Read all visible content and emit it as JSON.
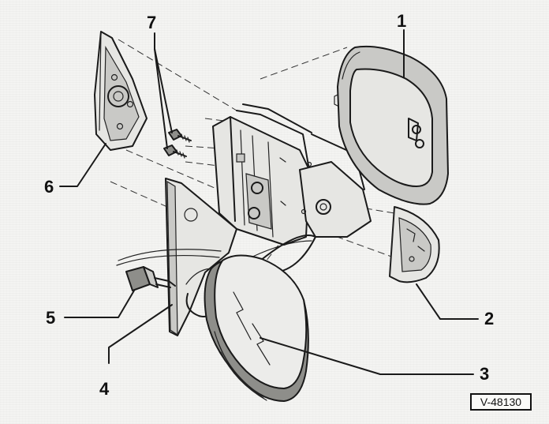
{
  "callouts": [
    {
      "id": "1",
      "label": "1"
    },
    {
      "id": "2",
      "label": "2"
    },
    {
      "id": "3",
      "label": "3"
    },
    {
      "id": "4",
      "label": "4"
    },
    {
      "id": "5",
      "label": "5"
    },
    {
      "id": "6",
      "label": "6"
    },
    {
      "id": "7",
      "label": "7"
    }
  ],
  "reference_code": "V-48130",
  "colors": {
    "line": "#1a1a1a",
    "background": "#f4f4f2",
    "shade": "#c9c9c6"
  }
}
